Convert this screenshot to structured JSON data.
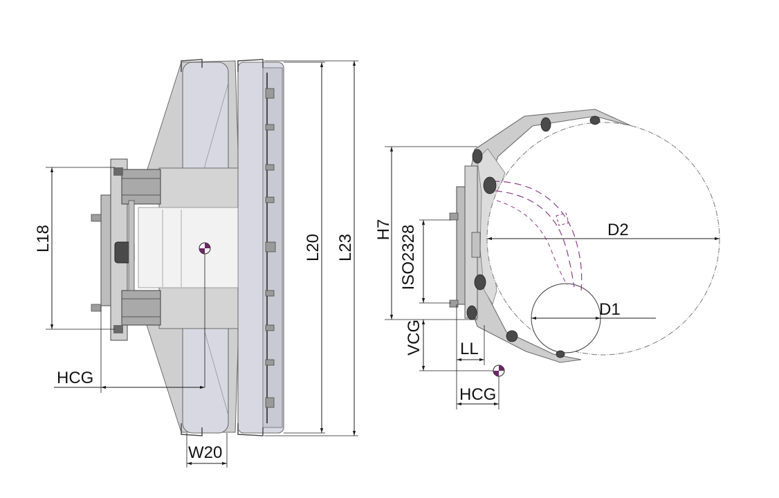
{
  "diagram": {
    "side_view": {
      "labels": {
        "l18": "L18",
        "l20": "L20",
        "l23": "L23",
        "hcg": "HCG",
        "w20": "W20"
      }
    },
    "front_view": {
      "labels": {
        "h7": "H7",
        "iso": "ISO2328",
        "vcg": "VCG",
        "ll": "LL",
        "hcg": "HCG",
        "d1": "D1",
        "d2": "D2"
      }
    },
    "colors": {
      "pad": "#d7d8e2",
      "arm": "#d0d0d0",
      "frame": "#c6c6c6",
      "dark_part": "#4a4a4a",
      "cg_marker": "#6a2a63",
      "dashed_arc": "#8a3d85",
      "dimension_line": "#1a1a1a"
    }
  }
}
